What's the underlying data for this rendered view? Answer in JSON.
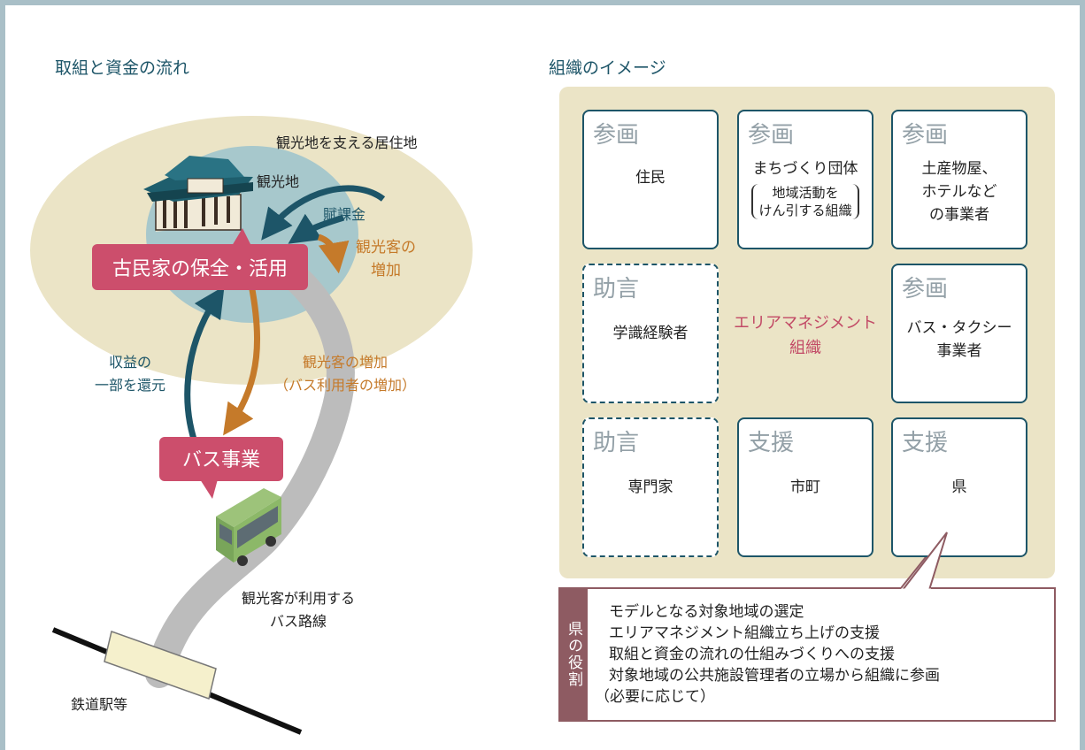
{
  "left_section": {
    "title": "取組と資金の流れ",
    "outer_area_label": "観光地を支える居住地",
    "inner_area_label": "観光地",
    "levy_label": "賦課金",
    "tourist_increase_label": [
      "観光客の",
      "増加"
    ],
    "house_box_label": "古民家の保全・活用",
    "revenue_label": [
      "収益の",
      "一部を還元"
    ],
    "bus_users_label": [
      "観光客の増加",
      "（バス利用者の増加）"
    ],
    "bus_box_label": "バス事業",
    "route_label": [
      "観光客が利用する",
      "バス路線"
    ],
    "station_label": "鉄道駅等"
  },
  "right_section": {
    "title": "組織のイメージ",
    "center_label": [
      "エリアマネジメント",
      "組織"
    ],
    "cards": [
      {
        "tag": "参画",
        "text": [
          "住民"
        ]
      },
      {
        "tag": "参画",
        "text": [
          "まちづくり団体"
        ],
        "sub": [
          "地域活動を",
          "けん引する組織"
        ]
      },
      {
        "tag": "参画",
        "text": [
          "土産物屋、",
          "ホテルなど",
          "の事業者"
        ]
      },
      {
        "tag": "助言",
        "text": [
          "学識経験者"
        ]
      },
      {
        "tag": "参画",
        "text": [
          "バス・タクシー",
          "事業者"
        ]
      },
      {
        "tag": "助言",
        "text": [
          "専門家"
        ]
      },
      {
        "tag": "支援",
        "text": [
          "市町"
        ]
      },
      {
        "tag": "支援",
        "text": [
          "県"
        ]
      }
    ],
    "role_title": "県の役割",
    "roles": [
      "モデルとなる対象地域の選定",
      "エリアマネジメント組織立ち上げの支援",
      "取組と資金の流れの仕組みづくりへの支援",
      "対象地域の公共施設管理者の立場から組織に参画",
      "（必要に応じて）"
    ]
  },
  "colors": {
    "navy": "#1d5568",
    "orange": "#c57a2a",
    "pink_box": "#cc4e6c",
    "beige": "#ebe4c6",
    "role_tab": "#8e5b62"
  }
}
